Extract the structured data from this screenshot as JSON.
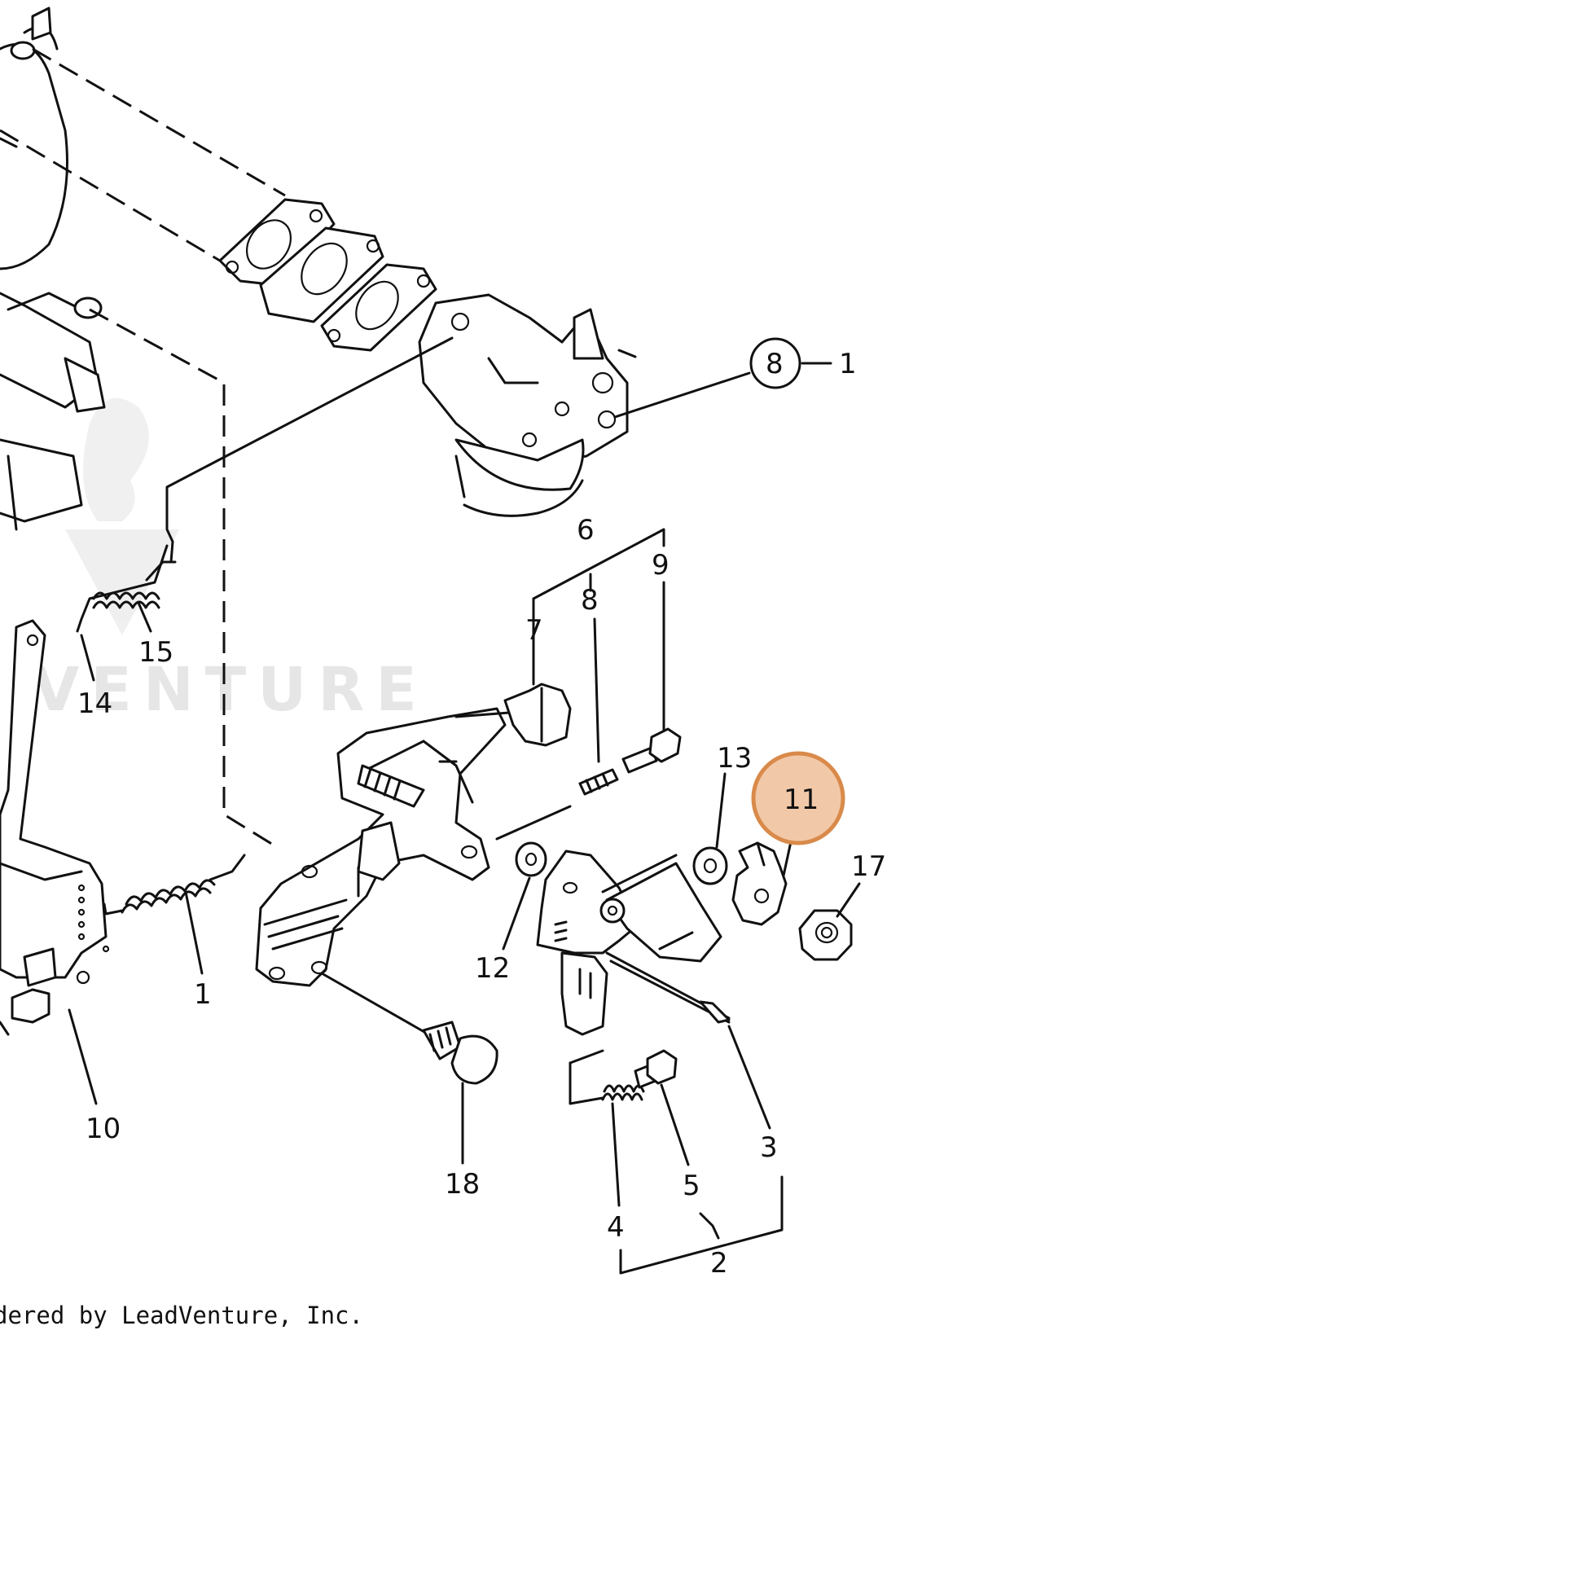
{
  "watermark": {
    "text": "VENTURE"
  },
  "footer": {
    "text": "dered by LeadVenture, Inc."
  },
  "highlight": {
    "color": "#f2c9a8",
    "border": "#d98a4a",
    "callout": "11"
  },
  "callouts": {
    "c8": "8",
    "c8dash": "1",
    "c6": "6",
    "c7": "7",
    "c8b": "8",
    "c9": "9",
    "c13": "13",
    "c17": "17",
    "c12": "12",
    "c15": "15",
    "c14": "14",
    "c1": "1",
    "c10": "10",
    "c18": "18",
    "c3": "3",
    "c4": "4",
    "c5": "5",
    "c2": "2"
  }
}
